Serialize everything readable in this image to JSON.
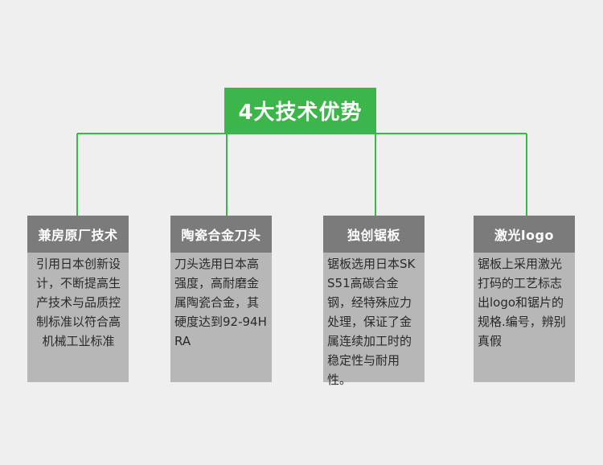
{
  "title": "4大技术优势",
  "colors": {
    "accent": "#3cb64a",
    "card_head": "#7b7b7b",
    "card_body": "#b7b7b7",
    "background": "#efefef"
  },
  "cards": [
    {
      "heading": "兼房原厂技术",
      "body": "引用日本创新设计，不断提高生产技术与品质控制标准以符合高机械工业标准"
    },
    {
      "heading": "陶瓷合金刀头",
      "body": "刀头选用日本高强度，高耐磨金属陶瓷合金，其硬度达到92-94HRA"
    },
    {
      "heading": "独创锯板",
      "body": "锯板选用日本SKS51高碳合金钢，经特殊应力处理，保证了金属连续加工时的稳定性与耐用性。"
    },
    {
      "heading": "激光logo",
      "body": "锯板上采用激光打码的工艺标志出logo和锯片的规格.编号，辨别真假"
    }
  ]
}
